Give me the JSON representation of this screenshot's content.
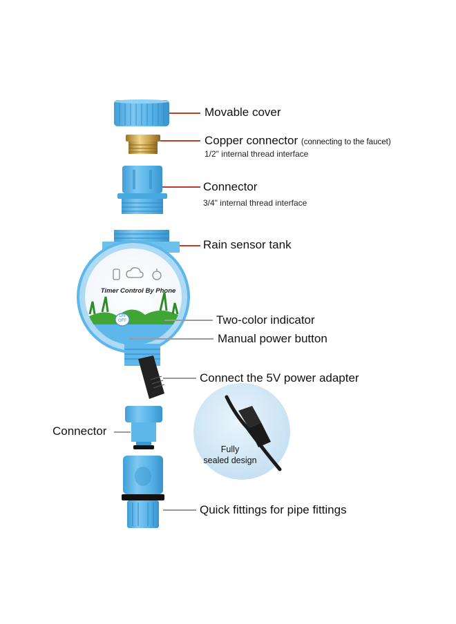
{
  "labels": {
    "movable_cover": "Movable cover",
    "copper_connector": "Copper connector",
    "copper_connector_note": "(connecting to the faucet)",
    "copper_connector_sub": "1/2\" internal thread interface",
    "connector_top": "Connector",
    "connector_top_sub": "3/4\" internal thread interface",
    "rain_sensor_tank": "Rain sensor tank",
    "two_color_indicator": "Two-color indicator",
    "manual_power_button": "Manual power button",
    "power_adapter": "Connect the 5V power adapter",
    "connector_left": "Connector",
    "quick_fittings": "Quick fittings for pipe fittings"
  },
  "device": {
    "dial_text": "Timer Control By Phone",
    "button_text_1": "ON",
    "button_text_2": "OFF"
  },
  "callout": {
    "line1": "Fully",
    "line2": "sealed design"
  },
  "colors": {
    "plastic_blue": "#5db7ea",
    "plastic_dark": "#3a97d0",
    "brass": "#c9a14a",
    "leader_red": "#c0392b",
    "leader_grey": "#9a9a9a",
    "grass_green": "#3fa535"
  }
}
